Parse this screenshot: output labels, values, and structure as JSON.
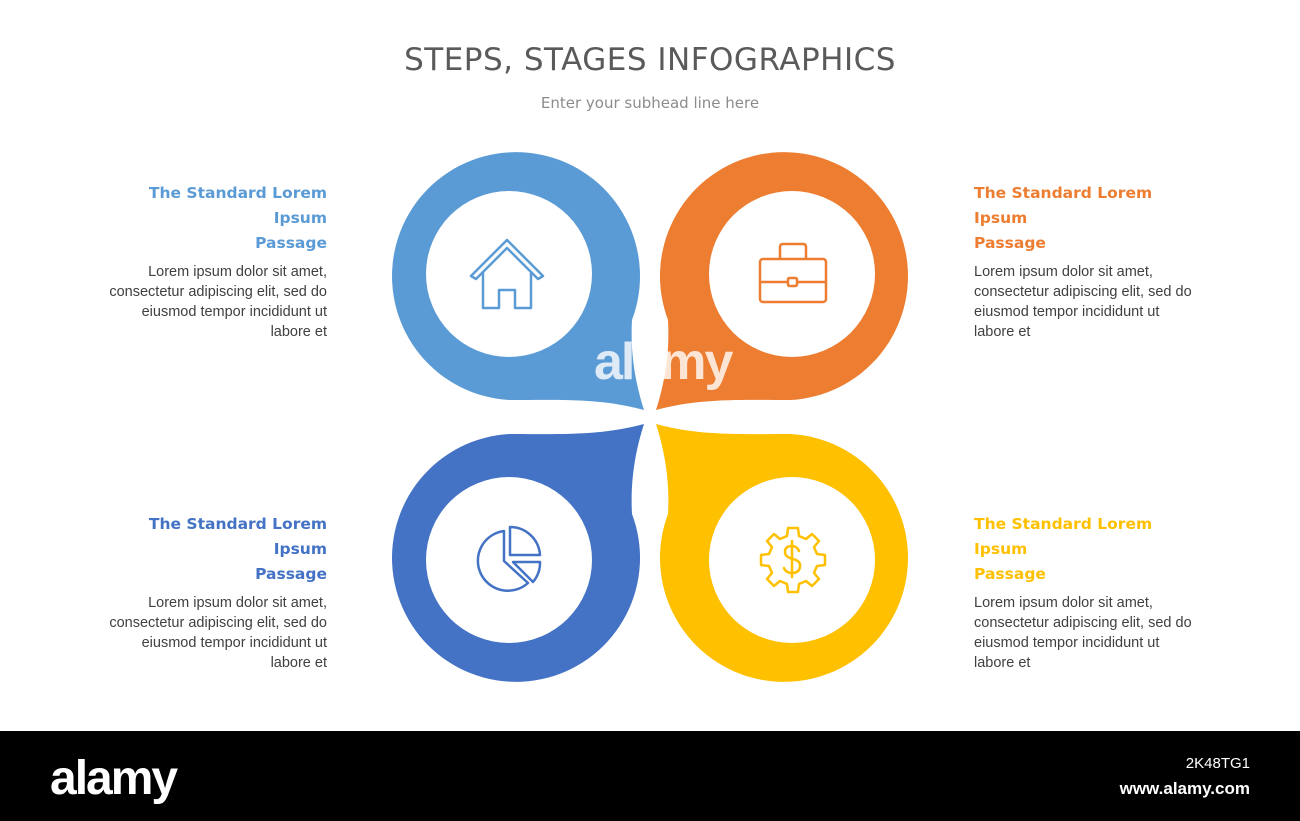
{
  "header": {
    "title": "STEPS, STAGES INFOGRAPHICS",
    "subtitle": "Enter your subhead line here"
  },
  "steps": [
    {
      "heading_line1": "The Standard Lorem Ipsum",
      "heading_line2": "Passage",
      "body_lines": [
        "Lorem ipsum dolor sit amet,",
        "consectetur adipiscing elit, sed do",
        "eiusmod tempor incididunt ut",
        "labore et"
      ],
      "color": "#5b9bd5",
      "icon": "house-icon"
    },
    {
      "heading_line1": "The Standard Lorem Ipsum",
      "heading_line2": "Passage",
      "body_lines": [
        "Lorem ipsum dolor sit amet,",
        "consectetur adipiscing elit, sed do",
        "eiusmod tempor incididunt ut",
        "labore et"
      ],
      "color": "#ed7d31",
      "icon": "briefcase-icon"
    },
    {
      "heading_line1": "The Standard Lorem Ipsum",
      "heading_line2": "Passage",
      "body_lines": [
        "Lorem ipsum dolor sit amet,",
        "consectetur adipiscing elit, sed do",
        "eiusmod tempor incididunt ut",
        "labore et"
      ],
      "color": "#4472c4",
      "icon": "pie-chart-icon"
    },
    {
      "heading_line1": "The Standard Lorem Ipsum",
      "heading_line2": "Passage",
      "body_lines": [
        "Lorem ipsum dolor sit amet,",
        "consectetur adipiscing elit, sed do",
        "eiusmod tempor incididunt ut",
        "labore et"
      ],
      "color": "#ffc000",
      "icon": "gear-dollar-icon"
    }
  ],
  "watermark": {
    "center_text": "alamy",
    "footer_logo": "alamy",
    "image_id": "2K48TG1",
    "url": "www.alamy.com"
  }
}
